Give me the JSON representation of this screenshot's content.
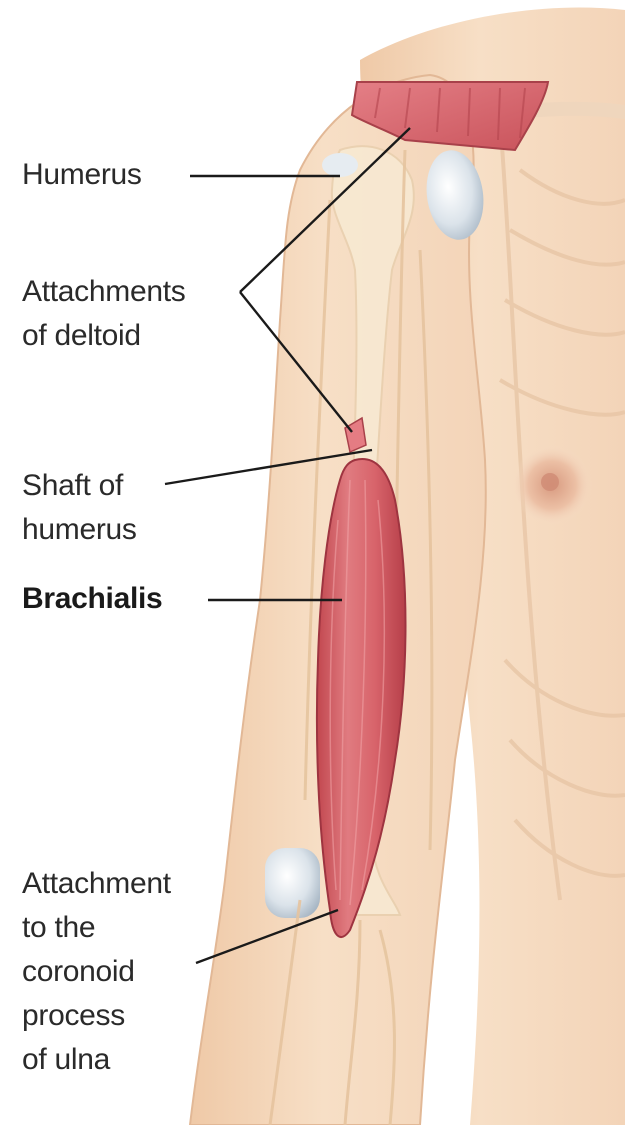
{
  "labels": {
    "humerus": "Humerus",
    "deltoid": "Attachments\nof deltoid",
    "shaft": "Shaft of\nhumerus",
    "brachialis": "Brachialis",
    "coronoid": "Attachment\nto the\ncoronoid\nprocess\nof ulna"
  },
  "colors": {
    "skin": "#f6ddc4",
    "skin_shadow": "#e9c3a1",
    "bone": "#f7e9cf",
    "muscle": "#d9666c",
    "muscle_dark": "#b43f4a",
    "cartilage": "#c9d3dc",
    "leader_line": "#1a1a1a"
  }
}
